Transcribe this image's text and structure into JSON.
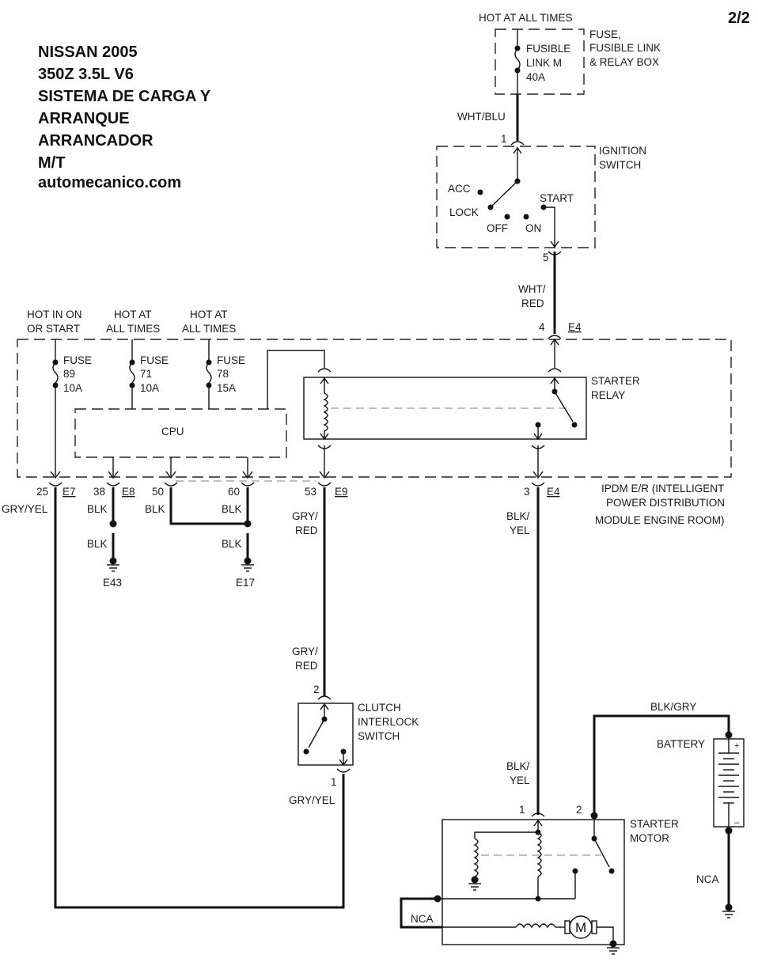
{
  "page_number": "2/2",
  "title_lines": [
    "NISSAN 2005",
    "350Z 3.5L V6",
    "SISTEMA DE CARGA Y",
    "ARRANQUE",
    "ARRANCADOR",
    "M/T",
    "automecanico.com"
  ],
  "fuse_box": {
    "supply_label": "HOT AT ALL TIMES",
    "component_label": [
      "FUSE,",
      "FUSIBLE LINK",
      "& RELAY BOX"
    ],
    "fuse_label": [
      "FUSIBLE",
      "LINK M",
      "40A"
    ],
    "wire_out": "WHT/BLU"
  },
  "ignition_switch": {
    "label": [
      "IGNITION",
      "SWITCH"
    ],
    "pin_in": "1",
    "pin_out": "5",
    "positions": [
      "ACC",
      "LOCK",
      "OFF",
      "ON",
      "START"
    ],
    "wire_out": [
      "WHT/",
      "RED"
    ]
  },
  "ipdm": {
    "label": [
      "IPDM E/R (INTELLIGENT",
      "POWER DISTRIBUTION",
      "MODULE ENGINE ROOM)"
    ],
    "supplies": [
      {
        "label": [
          "HOT IN ON",
          "OR START"
        ],
        "fuse": [
          "FUSE",
          "89",
          "10A"
        ]
      },
      {
        "label": [
          "HOT AT",
          "ALL TIMES"
        ],
        "fuse": [
          "FUSE",
          "71",
          "10A"
        ]
      },
      {
        "label": [
          "HOT AT",
          "ALL TIMES"
        ],
        "fuse": [
          "FUSE",
          "78",
          "15A"
        ]
      }
    ],
    "cpu_label": "CPU",
    "relay_label": [
      "STARTER",
      "RELAY"
    ],
    "top_connector": {
      "pin": "4",
      "conn": "E4"
    },
    "connectors": [
      {
        "pin": "25",
        "conn": "E7",
        "wire": "GRY/YEL"
      },
      {
        "pin": "38",
        "conn": "E8",
        "wire": "BLK"
      },
      {
        "pin": "50",
        "conn": "",
        "wire": "BLK"
      },
      {
        "pin": "60",
        "conn": "",
        "wire": "BLK"
      },
      {
        "pin": "53",
        "conn": "E9",
        "wire": [
          "GRY/",
          "RED"
        ]
      },
      {
        "pin": "3",
        "conn": "E4",
        "wire": [
          "BLK/",
          "YEL"
        ]
      }
    ]
  },
  "grounds": [
    {
      "wire": "BLK",
      "name": "E43"
    },
    {
      "wire": "BLK",
      "name": "E17"
    }
  ],
  "clutch_switch": {
    "label": [
      "CLUTCH",
      "INTERLOCK",
      "SWITCH"
    ],
    "wire_in": [
      "GRY/",
      "RED"
    ],
    "pin_in": "2",
    "pin_out": "1",
    "wire_out": "GRY/YEL"
  },
  "starter_motor": {
    "label": [
      "STARTER",
      "MOTOR"
    ],
    "pin1": "1",
    "pin2": "2",
    "wire_in": [
      "BLK/",
      "YEL"
    ],
    "motor_symbol": "M",
    "nca_label": "NCA"
  },
  "battery": {
    "label": "BATTERY",
    "plus": "+",
    "minus": "–",
    "wire_top": "BLK/GRY",
    "wire_bottom": "NCA"
  }
}
